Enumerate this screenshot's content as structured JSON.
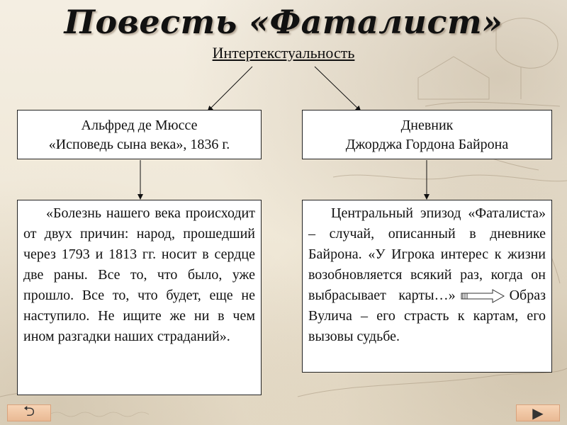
{
  "slide": {
    "title": "Повесть «Фаталист»",
    "subtitle": "Интертекстуальность"
  },
  "left": {
    "head_line1": "Альфред де Мюссе",
    "head_line2": "«Исповедь сына века», 1836 г.",
    "quote": "«Болезнь нашего века происходит от двух причин: народ, прошедший через 1793 и 1813 гг. носит в сердце две раны. Все то, что было, уже прошло. Все то, что будет, еще не наступило. Не ищите же ни в чем ином разгадки наших страданий»."
  },
  "right": {
    "head_line1": "Дневник",
    "head_line2": "Джорджа Гордона Байрона",
    "text_part1": "Центральный эпизод «Фаталиста» – случай, описанный в дневнике Байрона. «У Игрока интерес к жизни возобновляется всякий раз, когда он выбрасывает карты…»",
    "text_part2": "Образ Вулича – его страсть к картам, его вызовы судьбе."
  },
  "nav": {
    "back_icon": "return-arrow-icon",
    "next_icon": "play-triangle-icon",
    "back_glyph": "⮌",
    "next_glyph": "▶"
  },
  "colors": {
    "background": "#f1eadb",
    "nav_button": "#f0c3a0",
    "box_border": "#222222"
  }
}
